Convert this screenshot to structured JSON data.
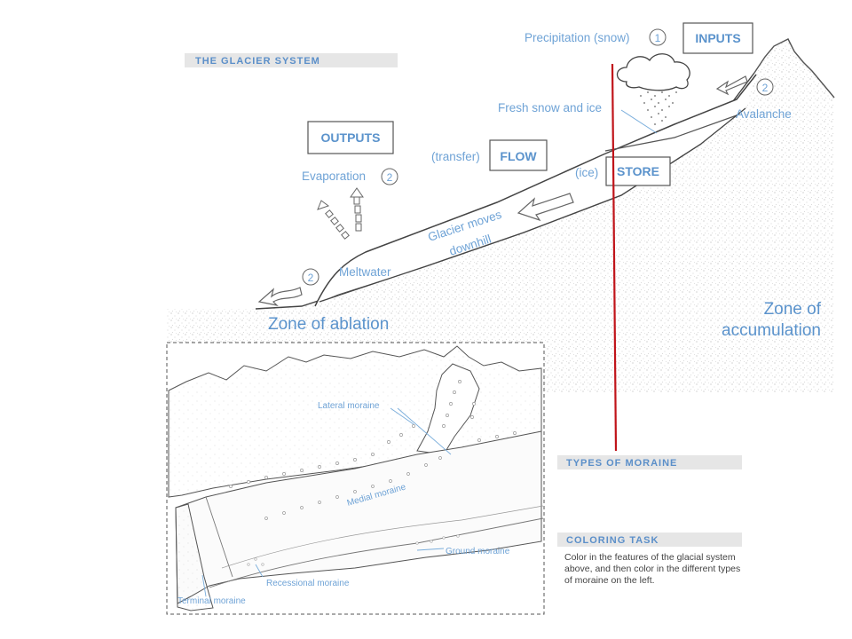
{
  "system": {
    "title": "THE GLACIER SYSTEM",
    "boxes": {
      "inputs": "INPUTS",
      "outputs": "OUTPUTS",
      "flow": "FLOW",
      "store": "STORE"
    },
    "labels": {
      "precipitation": "Precipitation (snow)",
      "fresh_snow": "Fresh snow and ice",
      "avalanche": "Avalanche",
      "transfer": "(transfer)",
      "ice": "(ice)",
      "evaporation": "Evaporation",
      "glacier_moves_1": "Glacier moves",
      "glacier_moves_2": "downhill",
      "meltwater": "Meltwater",
      "zone_ablation": "Zone of ablation",
      "zone_accumulation_1": "Zone of",
      "zone_accumulation_2": "accumulation"
    },
    "markers": {
      "precipitation": "1",
      "avalanche": "2",
      "evaporation": "2",
      "meltwater": "2"
    }
  },
  "moraine": {
    "title": "TYPES OF MORAINE",
    "labels": {
      "lateral": "Lateral moraine",
      "medial": "Medial moraine",
      "ground": "Ground moraine",
      "recessional": "Recessional moraine",
      "terminal": "Terminal moraine"
    }
  },
  "task": {
    "title": "COLORING TASK",
    "text": "Color in the features of the glacial system above, and then color in the different types of moraine on the left."
  },
  "colors": {
    "label_blue": "#6fa3d6",
    "band_bg": "#e6e6e6",
    "annotation_red": "#c0141a"
  }
}
